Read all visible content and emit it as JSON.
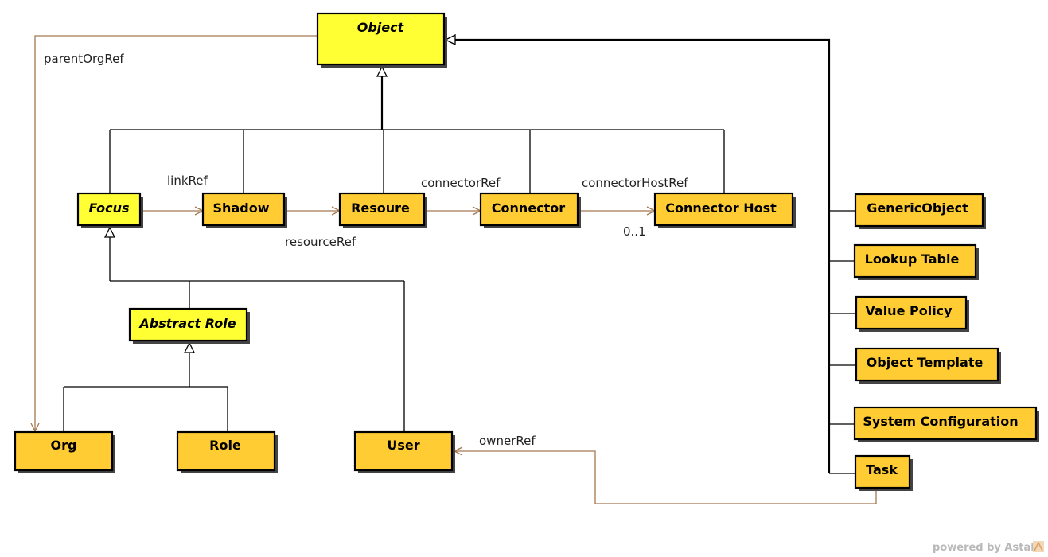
{
  "colors": {
    "abstract_fill": "#ffff33",
    "concrete_fill": "#ffcc33",
    "border": "#000000",
    "association": "#a5784f",
    "generalization": "#000000"
  },
  "classes": {
    "object": "Object",
    "focus": "Focus",
    "shadow": "Shadow",
    "resoure": "Resoure",
    "connector": "Connector",
    "connector_host": "Connector Host",
    "abstract_role": "Abstract Role",
    "org": "Org",
    "role": "Role",
    "user": "User",
    "generic_object": "GenericObject",
    "lookup_table": "Lookup Table",
    "value_policy": "Value Policy",
    "object_template": "Object Template",
    "system_configuration": "System Configuration",
    "task": "Task"
  },
  "abstract_classes": [
    "Object",
    "Focus",
    "Abstract Role"
  ],
  "associations": {
    "parent_org_ref": "parentOrgRef",
    "link_ref": "linkRef",
    "resource_ref": "resourceRef",
    "connector_ref": "connectorRef",
    "connector_host_ref": "connectorHostRef",
    "connector_host_multiplicity": "0..1",
    "owner_ref": "ownerRef"
  },
  "watermark": {
    "text": "powered by Astah",
    "icon": "astah-logo-icon"
  }
}
